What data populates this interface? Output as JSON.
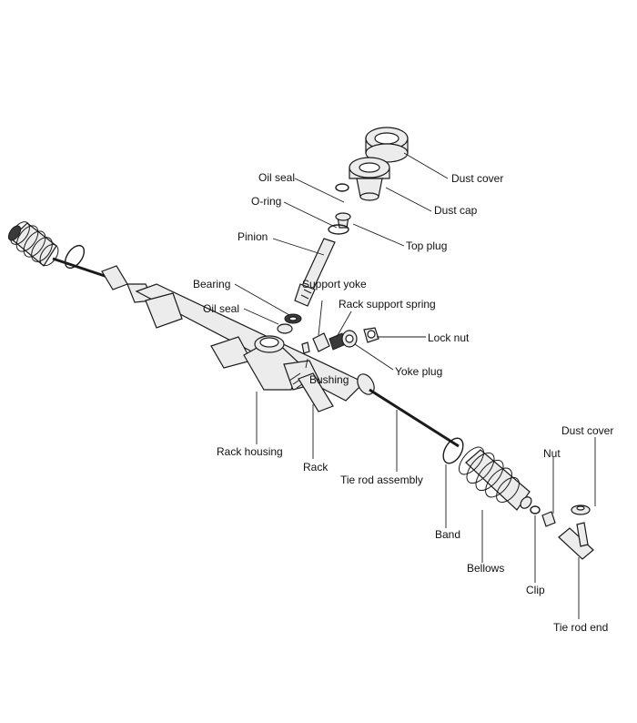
{
  "labels": {
    "dust_cover_top": "Dust cover",
    "dust_cap": "Dust cap",
    "oil_seal_top": "Oil seal",
    "o_ring": "O-ring",
    "top_plug": "Top plug",
    "pinion": "Pinion",
    "bearing": "Bearing",
    "oil_seal_mid": "Oil seal",
    "support_yoke": "Support yoke",
    "rack_support_spring": "Rack support spring",
    "lock_nut": "Lock nut",
    "yoke_plug": "Yoke plug",
    "bushing": "Bushing",
    "rack_housing": "Rack housing",
    "rack": "Rack",
    "tie_rod_assembly": "Tie rod assembly",
    "band": "Band",
    "bellows": "Bellows",
    "nut": "Nut",
    "dust_cover_right": "Dust cover",
    "clip": "Clip",
    "tie_rod_end": "Tie rod end"
  }
}
